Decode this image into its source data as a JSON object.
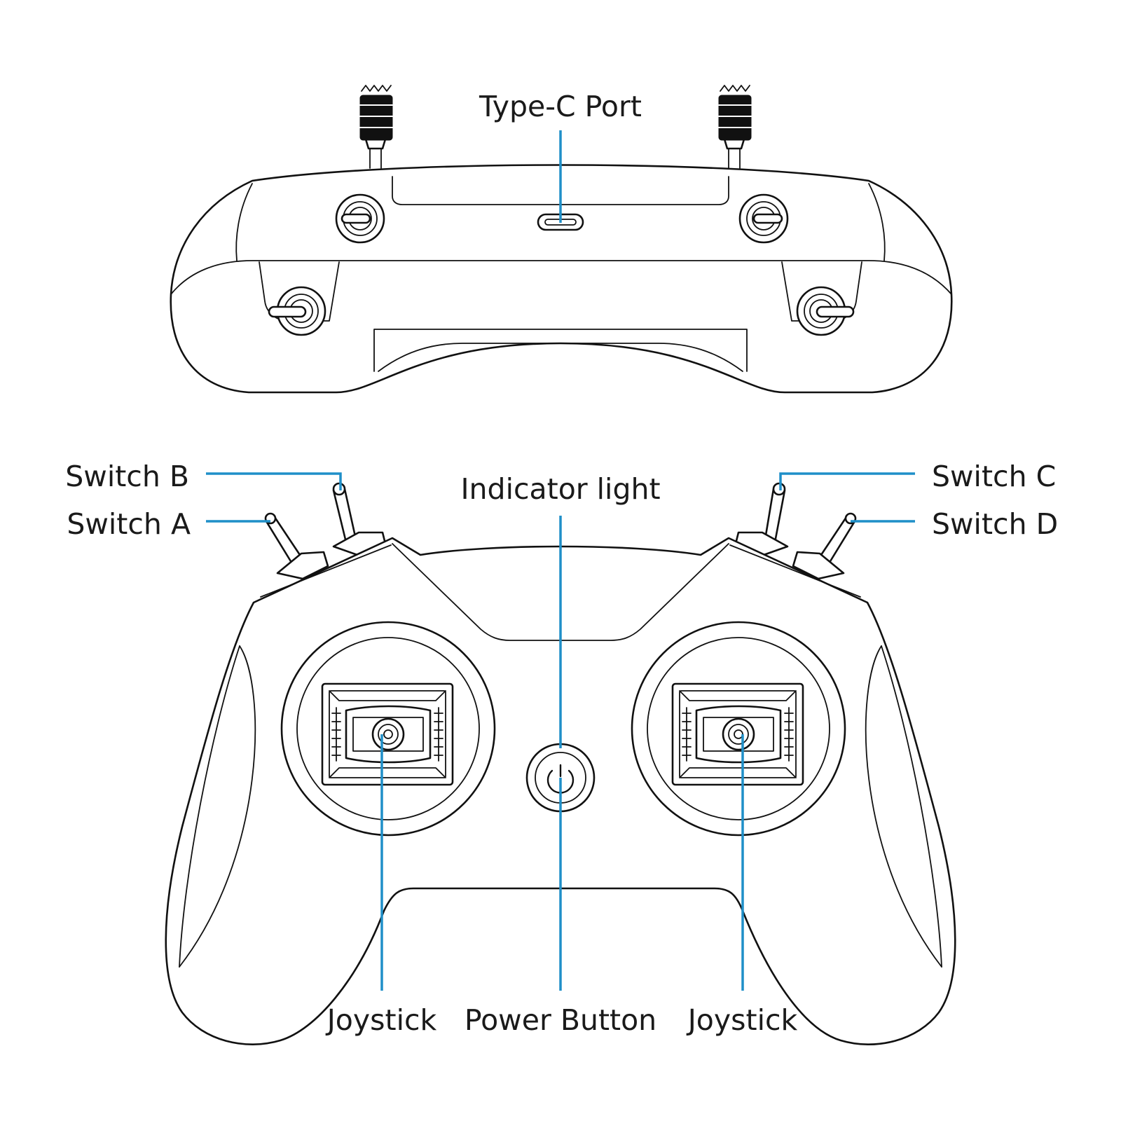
{
  "labels": {
    "type_c_port": "Type-C Port",
    "switch_a": "Switch A",
    "switch_b": "Switch B",
    "switch_c": "Switch C",
    "switch_d": "Switch D",
    "indicator_light": "Indicator light",
    "joystick_left": "Joystick",
    "power_button": "Power Button",
    "joystick_right": "Joystick"
  },
  "colors": {
    "leader": "#1f8fc8",
    "outline": "#111111",
    "background": "#ffffff"
  },
  "icons": [
    "power-icon"
  ]
}
